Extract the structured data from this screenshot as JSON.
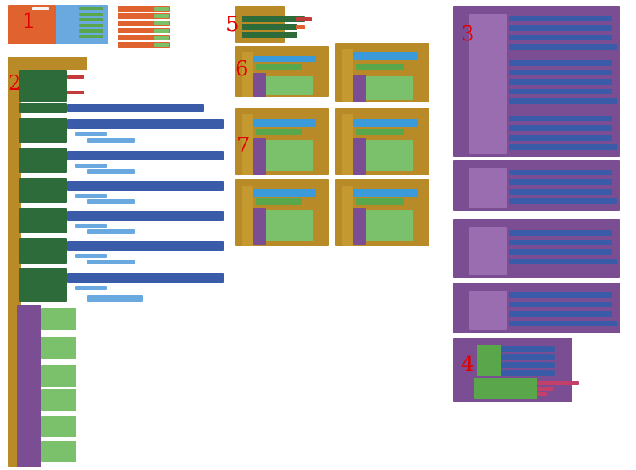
{
  "labels": {
    "n1": "1",
    "n2": "2",
    "n3": "3",
    "n4": "4",
    "n5": "5",
    "n6": "6",
    "n7": "7"
  },
  "colors": {
    "event": "#b88a28",
    "variable": "#e0632f",
    "logic": "#3b9ad9",
    "component": "#5aa64a",
    "procedure": "#7b4e94",
    "text": "#c2406a",
    "marker": "#e00000"
  }
}
